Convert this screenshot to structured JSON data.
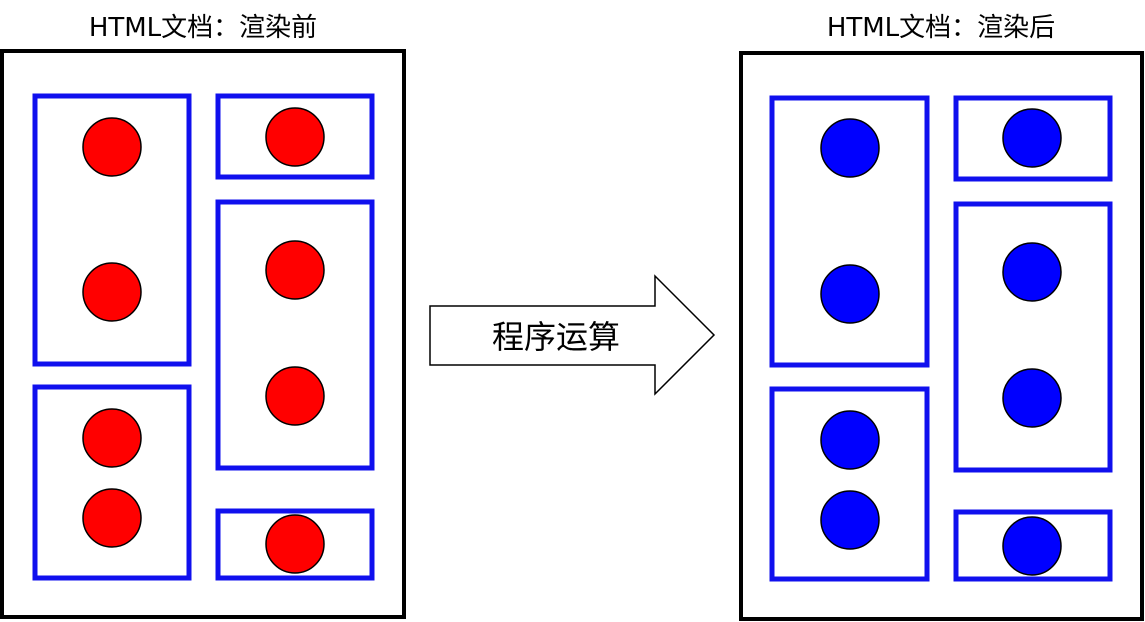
{
  "left_title": "HTML文档：渲染前",
  "right_title": "HTML文档：渲染后",
  "arrow_label": "程序运算",
  "colors": {
    "frame": "#000000",
    "box": "#1010ee",
    "before_circle": "#ff0000",
    "after_circle": "#0000ff"
  }
}
